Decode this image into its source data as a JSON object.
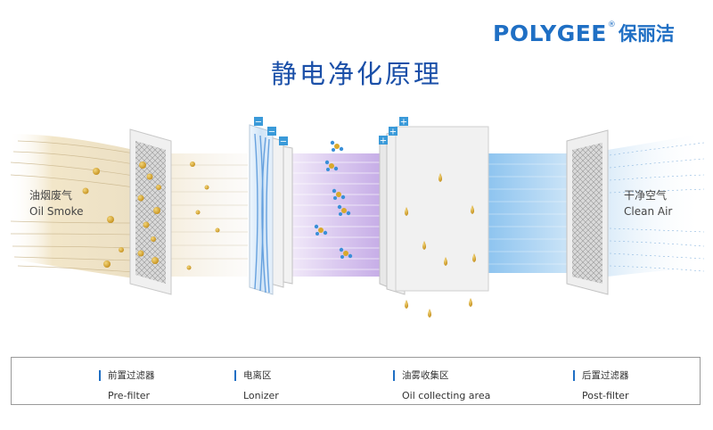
{
  "brand": {
    "name_en": "POLYGEE",
    "registered": "®",
    "name_cn": "保丽洁",
    "color": "#1f6fc4"
  },
  "title": "静电净化原理",
  "labels": {
    "input_cn": "油烟废气",
    "input_en": "Oil Smoke",
    "output_cn": "干净空气",
    "output_en": "Clean Air"
  },
  "electrode_signs": [
    "−",
    "−",
    "−",
    "+",
    "+",
    "+"
  ],
  "legend": [
    {
      "cn": "前置过滤器",
      "en": "Pre-filter"
    },
    {
      "cn": "电离区",
      "en": "Lonizer"
    },
    {
      "cn": "油雾收集区",
      "en": "Oil collecting area"
    },
    {
      "cn": "后置过滤器",
      "en": "Post-filter"
    }
  ],
  "colors": {
    "smoke": "#e9dcc0",
    "ionizer": "#9cc6ea",
    "ion_zone": "#c9b3e6",
    "collector": "#eeeeee",
    "clean": "#a9d2f2",
    "oil": "#d7a933"
  }
}
